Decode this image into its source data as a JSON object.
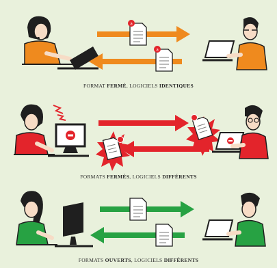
{
  "palette": {
    "background": "#e9f1dc",
    "same_software": "#ef8a1e",
    "closed_different": "#e3242b",
    "open_different": "#27a243",
    "ink": "#1f1f1f"
  },
  "panels": [
    {
      "caption": {
        "a": "FORMAT ",
        "b": "FERMÉ",
        "c": ", LOGICIELS ",
        "d": "IDENTIQUES"
      },
      "arrow_color": "orange"
    },
    {
      "caption": {
        "a": "FORMATS ",
        "b": "FERMÉS",
        "c": ", LOGICIELS ",
        "d": "DIFFÉRENTS"
      },
      "arrow_color": "red"
    },
    {
      "caption": {
        "a": "FORMATS ",
        "b": "OUVERTS",
        "c": ", LOGICIELS ",
        "d": "DIFFÉRENTS"
      },
      "arrow_color": "green"
    }
  ]
}
